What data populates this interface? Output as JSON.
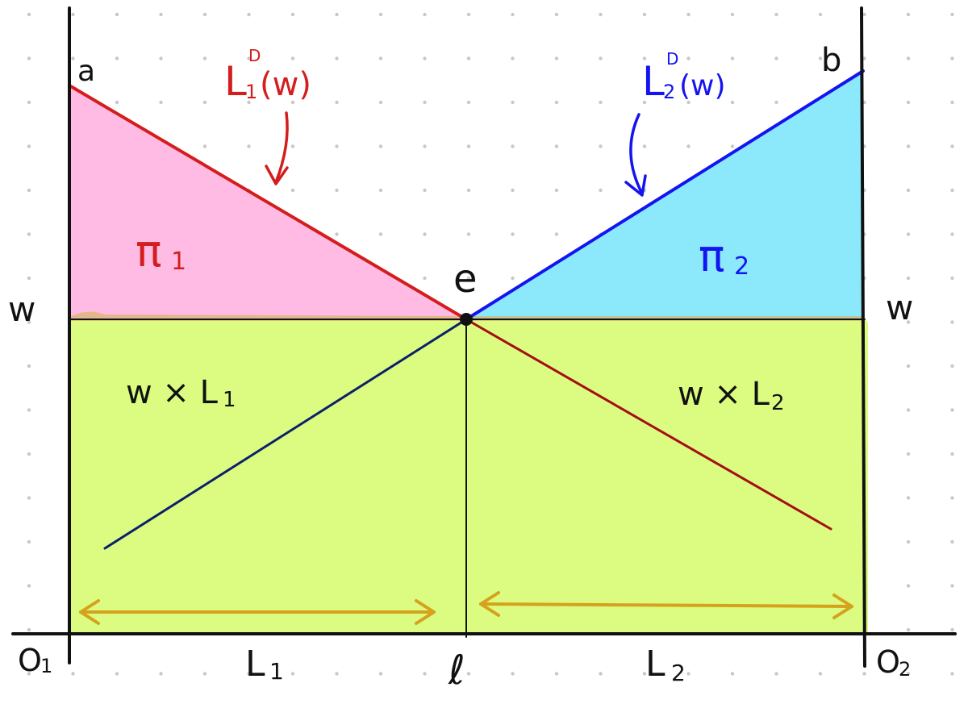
{
  "colors": {
    "background": "#ffffff",
    "dot_grid": "#c8c8c8",
    "pi1_fill": "#ffbbe3",
    "pi2_fill": "#8be9fb",
    "wage_fill": "#dbfc80",
    "line_L1": "#d41d1d",
    "line_L1_dark": "#a30f12",
    "line_L2": "#1414f0",
    "line_L2_dark": "#0d1f6a",
    "arrow": "#d6a21d",
    "axis": "#111111"
  },
  "labels": {
    "point_a": "a",
    "point_b": "b",
    "point_e": "e",
    "curve_L1": "L",
    "curve_L1_sub": "1",
    "curve_L1_sup": "D",
    "curve_L1_arg": "(w)",
    "curve_L2": "L",
    "curve_L2_sub": "2",
    "curve_L2_sup": "D",
    "curve_L2_arg": "(w)",
    "pi1": "π",
    "pi1_sub": "1",
    "pi2": "π",
    "pi2_sub": "2",
    "wage_left": "w",
    "wage_right": "w",
    "wL1": "w × L",
    "wL1_sub": "1",
    "wL2": "w × L",
    "wL2_sub": "2",
    "origin_left": "O",
    "origin_left_sub": "1",
    "origin_right": "O",
    "origin_right_sub": "2",
    "split_point": "ℓ",
    "L1_axis": "L",
    "L1_axis_sub": "1",
    "L2_axis": "L",
    "L2_axis_sub": "2"
  }
}
